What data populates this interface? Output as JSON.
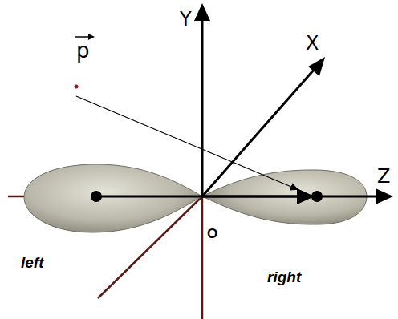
{
  "diagram": {
    "labels": [
      "p",
      "Y",
      "X",
      "Z",
      "O",
      "left",
      "right"
    ]
  }
}
